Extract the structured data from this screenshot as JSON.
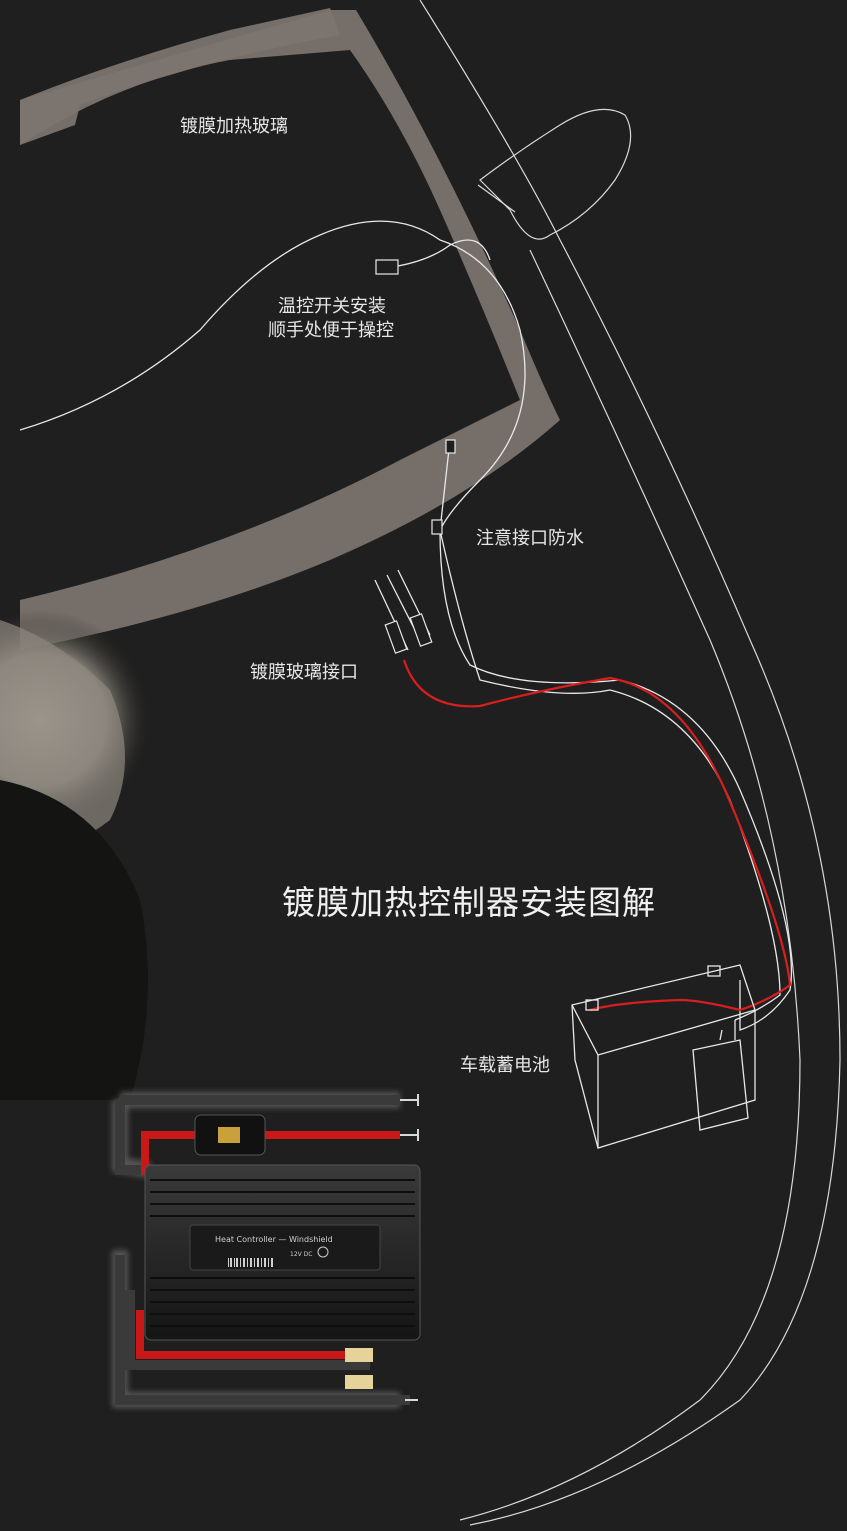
{
  "title": "镀膜加热控制器安装图解",
  "labels": {
    "glass": "镀膜加热玻璃",
    "switch_line1": "温控开关安装",
    "switch_line2": "顺手处便于操控",
    "waterproof": "注意接口防水",
    "glass_connector": "镀膜玻璃接口",
    "battery": "车载蓄电池"
  },
  "device": {
    "name": "Heat Controller — Windshield",
    "spec": "12V DC"
  },
  "colors": {
    "background": "#1f1f1f",
    "wire_white": "#e8e8e8",
    "wire_red": "#d81e1e",
    "glass_band": "#7d7570"
  }
}
